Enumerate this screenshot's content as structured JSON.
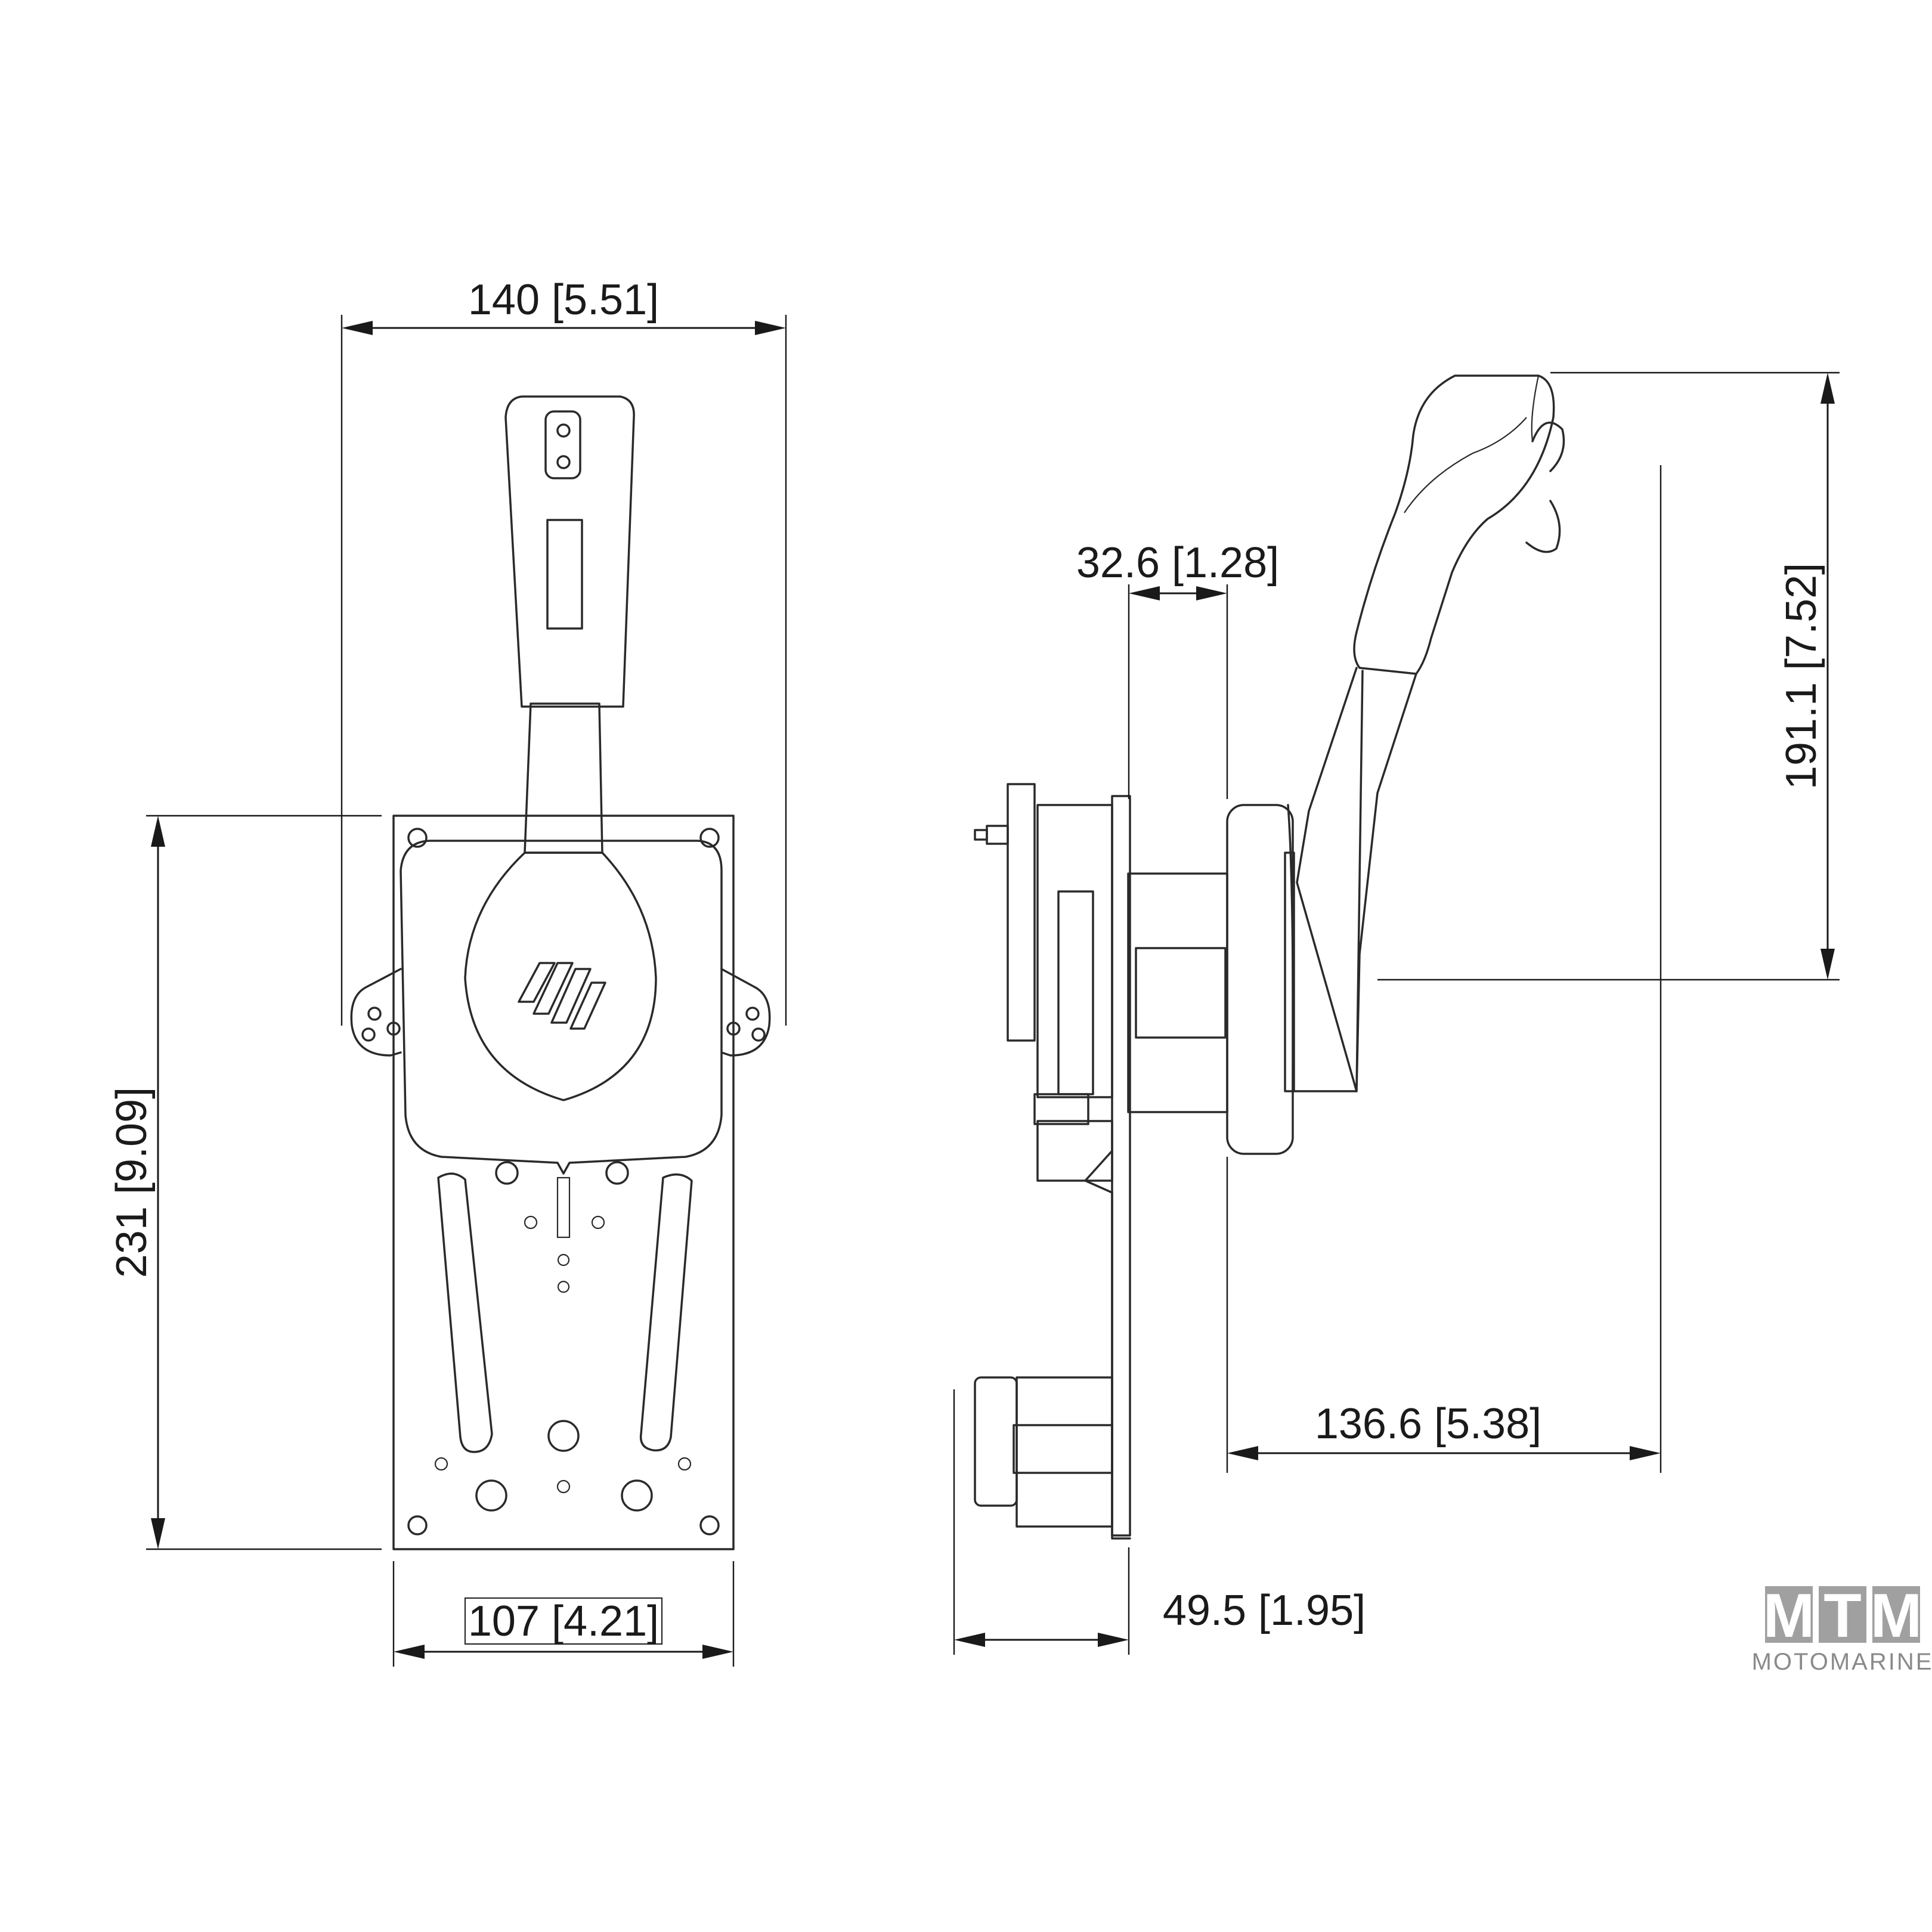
{
  "dimensions": {
    "front_width": "140 [5.51]",
    "front_height": "231 [9.09]",
    "base_width": "107 [4.21]",
    "side_depth": "32.6 [1.28]",
    "side_height": "191.1 [7.52]",
    "side_reach": "136.6 [5.38]",
    "side_offset": "49.5 [1.95]"
  },
  "logo": {
    "letters": [
      "M",
      "T",
      "M"
    ],
    "subtitle": "MOTOMARINE",
    "color": "#a0a0a0"
  }
}
